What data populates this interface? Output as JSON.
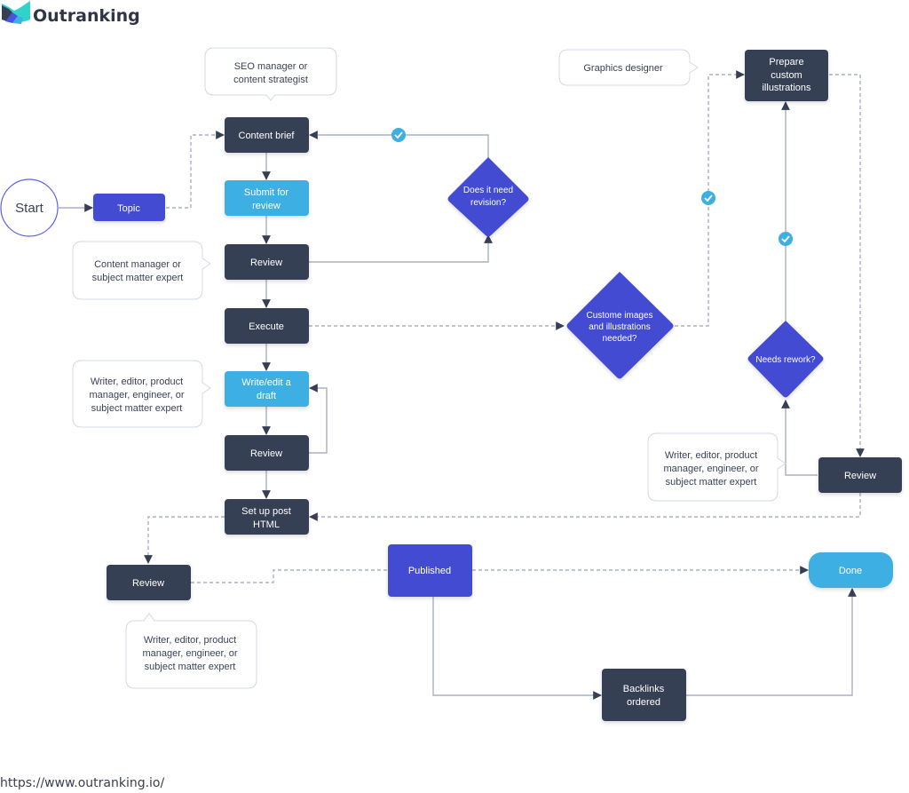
{
  "brand": {
    "name": "Outranking",
    "url": "https://www.outranking.io/"
  },
  "colors": {
    "dark_node": "#363f55",
    "light_blue_node": "#3cafe3",
    "indigo_node": "#434bd2",
    "edge": "#a9b1c1",
    "arrow": "#363f55",
    "check_badge": "#3cafe3",
    "note_border": "#d3d8e0",
    "start_border": "#5c63e0"
  },
  "nodes": {
    "start": "Start",
    "topic": "Topic",
    "content_brief": "Content brief",
    "submit_for_review": [
      "Submit for",
      "review"
    ],
    "review_1": "Review",
    "execute": "Execute",
    "write_edit_draft": [
      "Write/edit a",
      "draft"
    ],
    "review_2": "Review",
    "setup_post_html": [
      "Set up post",
      "HTML"
    ],
    "review_3": "Review",
    "published": "Published",
    "done": "Done",
    "backlinks_ordered": [
      "Backlinks",
      "ordered"
    ],
    "decision_revision": [
      "Does it need",
      "revision?"
    ],
    "decision_custom_images": [
      "Custome images",
      "and illustrations",
      "needed?"
    ],
    "prepare_illustrations": [
      "Prepare",
      "custom",
      "illustrations"
    ],
    "decision_rework": "Needs rework?",
    "review_4": "Review"
  },
  "notes": {
    "seo": [
      "SEO manager or",
      "content strategist"
    ],
    "content_manager": [
      "Content manager or",
      "subject matter expert"
    ],
    "writer_1": [
      "Writer, editor, product",
      "manager, engineer, or",
      "subject matter expert"
    ],
    "writer_2": [
      "Writer, editor, product",
      "manager, engineer, or",
      "subject matter expert"
    ],
    "writer_3": [
      "Writer, editor, product",
      "manager, engineer, or",
      "subject matter expert"
    ],
    "graphics": "Graphics designer"
  }
}
